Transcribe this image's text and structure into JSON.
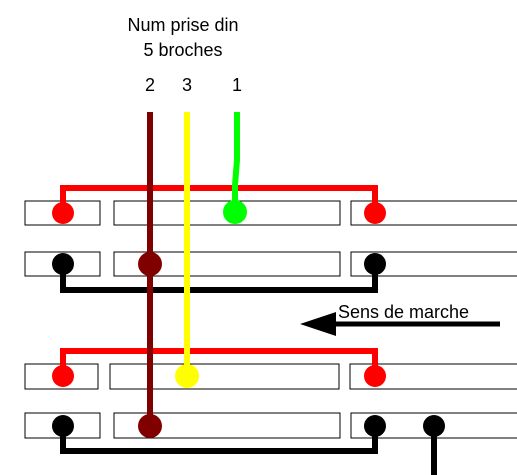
{
  "title": {
    "line1": "Num prise din",
    "line2": "5 broches"
  },
  "pins": {
    "p2": "2",
    "p3": "3",
    "p1": "1"
  },
  "direction_label": "Sens de marche",
  "colors": {
    "red": "#ff0000",
    "black": "#000000",
    "dark_red": "#800000",
    "yellow": "#ffff00",
    "green": "#00ff00"
  }
}
